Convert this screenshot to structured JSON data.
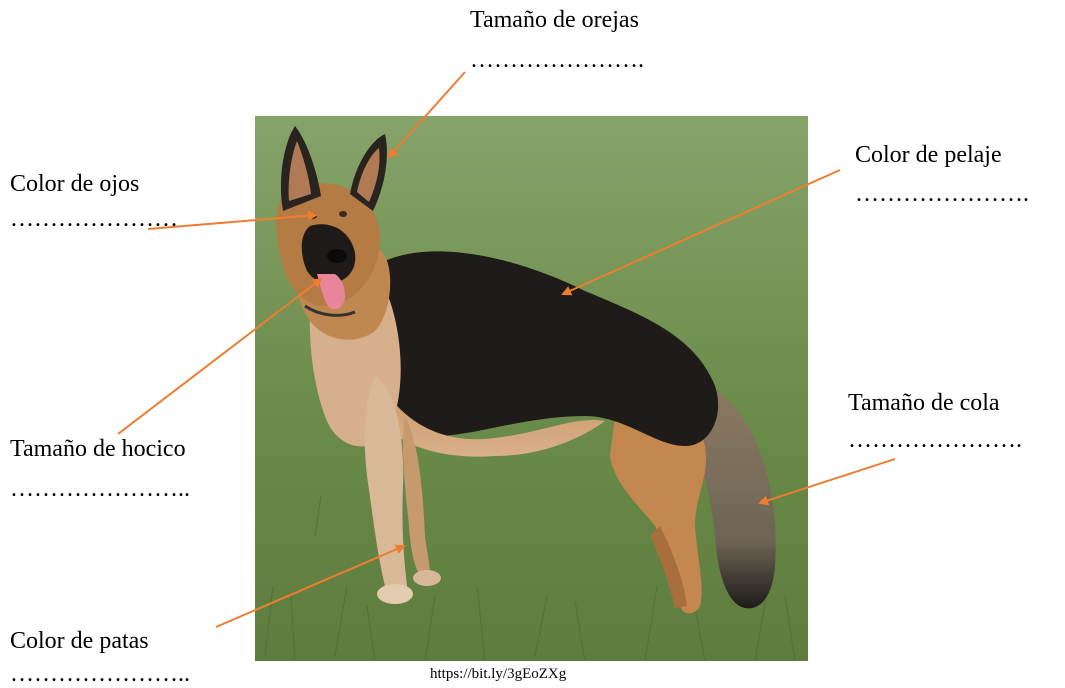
{
  "labels": {
    "orejas": {
      "title": "Tamaño de orejas",
      "blank": "…………………."
    },
    "ojos": {
      "title": "Color de ojos",
      "blank": "…………………"
    },
    "pelaje": {
      "title": "Color de pelaje",
      "blank": "…………………."
    },
    "hocico": {
      "title": "Tamaño de hocico",
      "blank": "………………….."
    },
    "cola": {
      "title": "Tamaño de cola",
      "blank": "…………………."
    },
    "patas": {
      "title": "Color de patas",
      "blank": "………………….."
    }
  },
  "image": {
    "subject": "German Shepherd dog standing on grass",
    "source": "https://bit.ly/3gEoZXg"
  },
  "colors": {
    "arrow": "#ED7D31",
    "grass": "#6f8f4a",
    "coat_black": "#1c1a18",
    "coat_tan": "#c9905c"
  }
}
